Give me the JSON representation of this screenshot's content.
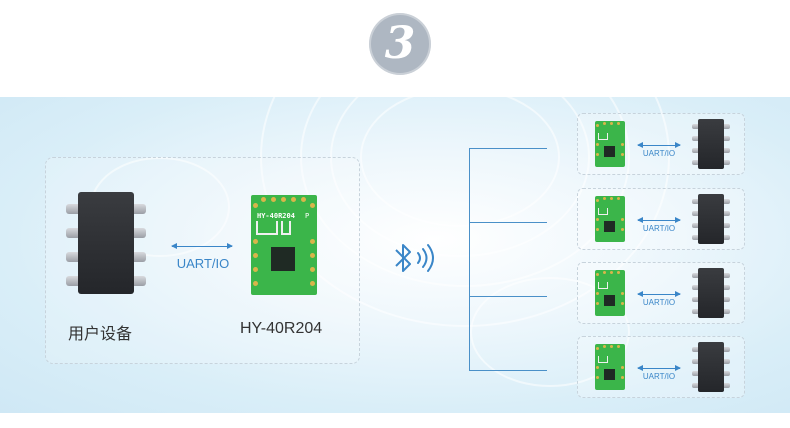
{
  "step_number": "3",
  "main_link": {
    "device_label": "用户设备",
    "module_label": "HY-40R204",
    "interface_label": "UART/IO",
    "module_silkscreen": "HY-40R204",
    "module_mark": "P"
  },
  "bluetooth": {
    "icon": "bluetooth-signal-icon",
    "color": "#3a86c8"
  },
  "devices": [
    {
      "interface_label": "UART/IO"
    },
    {
      "interface_label": "UART/IO"
    },
    {
      "interface_label": "UART/IO"
    },
    {
      "interface_label": "UART/IO"
    }
  ],
  "colors": {
    "accent": "#3a86c8",
    "pcb_green": "#3bb54a",
    "chip_black": "#2b2d31",
    "badge": "#aeb7c2"
  }
}
